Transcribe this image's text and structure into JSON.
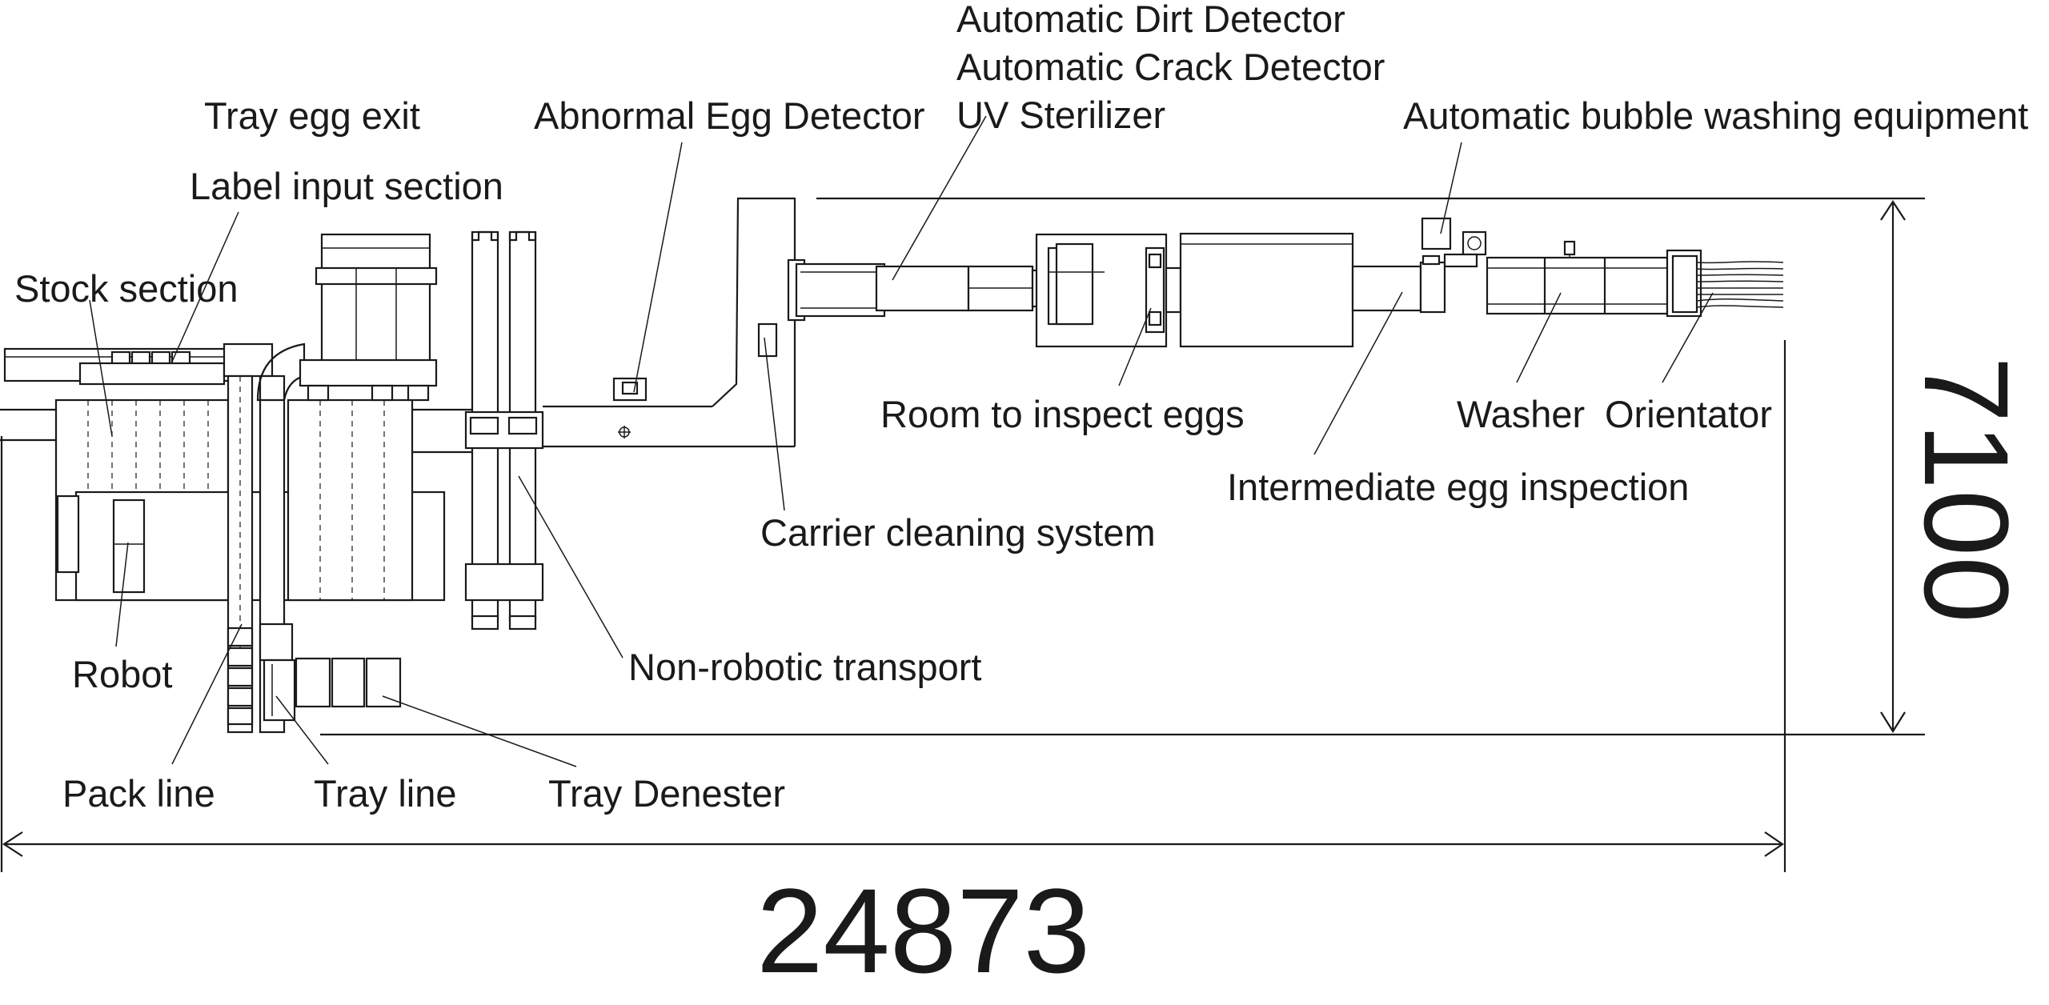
{
  "labels": {
    "automatic_dirt_detector": "Automatic Dirt Detector",
    "automatic_crack_detector": "Automatic Crack Detector",
    "uv_sterilizer": "UV Sterilizer",
    "tray_egg_exit": "Tray egg exit",
    "abnormal_egg_detector": "Abnormal Egg Detector",
    "automatic_bubble_washing_equipment": "Automatic bubble washing equipment",
    "label_input_section": "Label input section",
    "stock_section": "Stock section",
    "room_to_inspect_eggs": "Room to inspect eggs",
    "washer": "Washer",
    "orientator": "Orientator",
    "intermediate_egg_inspection": "Intermediate egg inspection",
    "carrier_cleaning_system": "Carrier cleaning system",
    "robot": "Robot",
    "non_robotic_transport": "Non-robotic transport",
    "pack_line": "Pack line",
    "tray_line": "Tray line",
    "tray_denester": "Tray Denester"
  },
  "dimensions": {
    "width_label": "24873",
    "height_label": "7100"
  }
}
